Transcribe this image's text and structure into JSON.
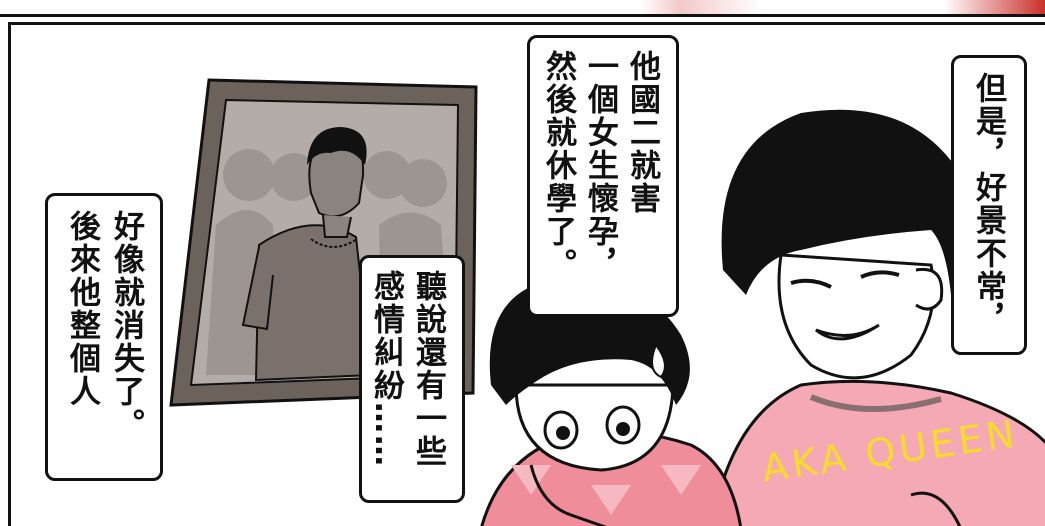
{
  "bubbles": {
    "left": {
      "col1": "後來他整個人",
      "col2": "好像就消失了。"
    },
    "middle": {
      "col1": "聽說還有一些",
      "col2": "感情糾紛……"
    },
    "center": {
      "col1": "他國二就害",
      "col2": "一個女生懷孕，",
      "col3": "然後就休學了。"
    },
    "right": {
      "col1": "但是，好景不常，"
    }
  },
  "shirt_print": "AKA QUEEN",
  "colors": {
    "frame": "#6b625c",
    "photo_bg": "#b3aca8",
    "shirt_pink": "#f4a9b4",
    "skin": "#ffffff",
    "hair": "#111111",
    "shirt_text": "#f6e21a"
  }
}
